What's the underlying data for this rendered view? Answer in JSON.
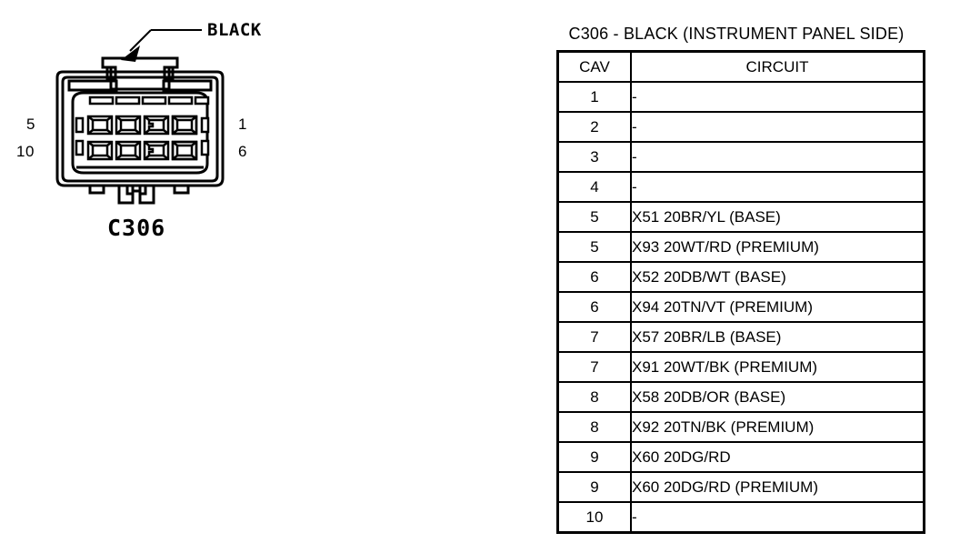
{
  "connector": {
    "name": "C306",
    "callout_label": "BLACK",
    "pin_labels": {
      "top_left": "5",
      "bottom_left": "10",
      "top_right": "1",
      "bottom_right": "6"
    },
    "cavity_count": 10,
    "rows": 2,
    "columns": 5
  },
  "table": {
    "title": "C306 - BLACK (INSTRUMENT PANEL SIDE)",
    "columns": [
      "CAV",
      "CIRCUIT"
    ],
    "rows": [
      {
        "cav": "1",
        "circuit": "-"
      },
      {
        "cav": "2",
        "circuit": "-"
      },
      {
        "cav": "3",
        "circuit": "-"
      },
      {
        "cav": "4",
        "circuit": "-"
      },
      {
        "cav": "5",
        "circuit": "X51 20BR/YL (BASE)"
      },
      {
        "cav": "5",
        "circuit": "X93 20WT/RD (PREMIUM)"
      },
      {
        "cav": "6",
        "circuit": "X52 20DB/WT (BASE)"
      },
      {
        "cav": "6",
        "circuit": "X94 20TN/VT (PREMIUM)"
      },
      {
        "cav": "7",
        "circuit": "X57 20BR/LB (BASE)"
      },
      {
        "cav": "7",
        "circuit": "X91 20WT/BK (PREMIUM)"
      },
      {
        "cav": "8",
        "circuit": "X58 20DB/OR (BASE)"
      },
      {
        "cav": "8",
        "circuit": "X92 20TN/BK (PREMIUM)"
      },
      {
        "cav": "9",
        "circuit": "X60 20DG/RD"
      },
      {
        "cav": "9",
        "circuit": "X60 20DG/RD (PREMIUM)"
      },
      {
        "cav": "10",
        "circuit": "-"
      }
    ]
  },
  "colors": {
    "ink": "#000000",
    "background": "#ffffff"
  }
}
